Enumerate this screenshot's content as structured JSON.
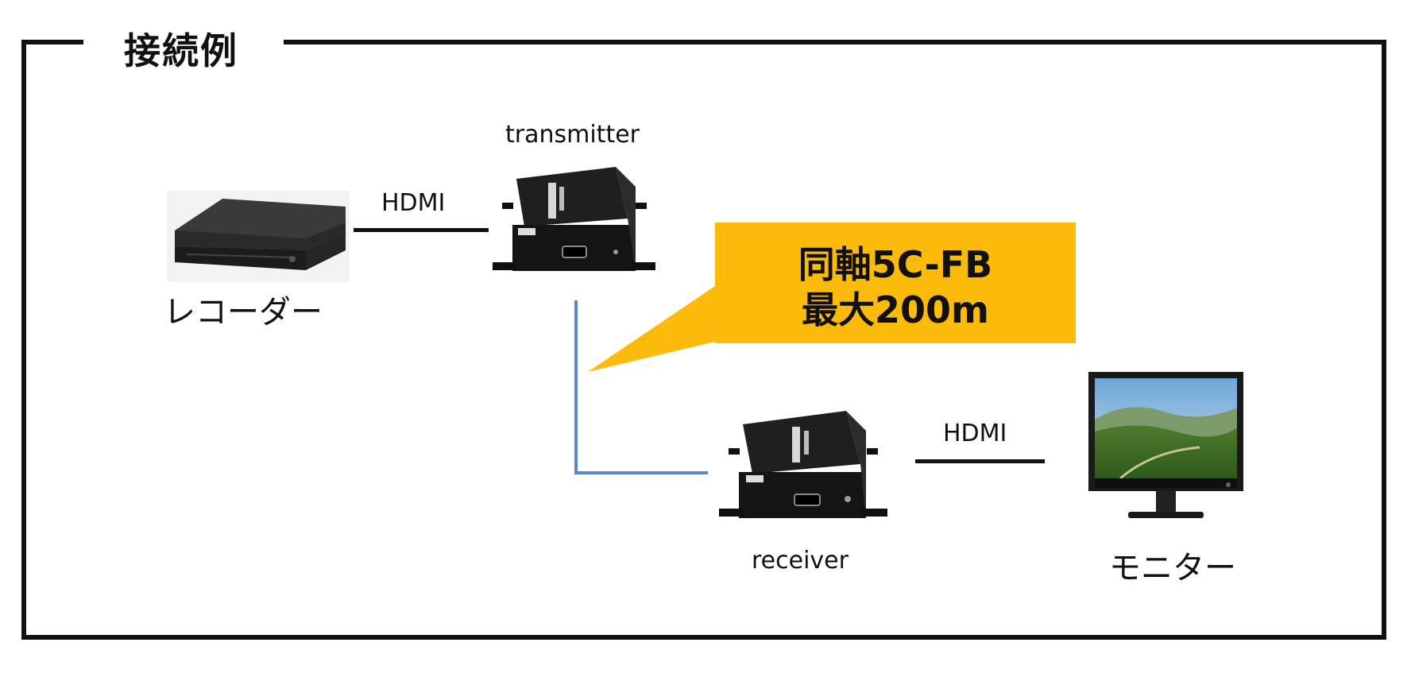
{
  "title": "接続例",
  "devices": {
    "recorder": {
      "label": "レコーダー",
      "icon": "recorder-icon"
    },
    "transmitter": {
      "label": "transmitter",
      "icon": "extender-transmitter-icon"
    },
    "receiver": {
      "label": "receiver",
      "icon": "extender-receiver-icon"
    },
    "monitor": {
      "label": "モニター",
      "icon": "monitor-icon"
    }
  },
  "connections": {
    "recorder_to_transmitter": "HDMI",
    "receiver_to_monitor": "HDMI"
  },
  "callout": {
    "line1": "同軸5C-FB",
    "line2": "最大200m"
  },
  "colors": {
    "callout_fill": "#fcbb0a",
    "coax_line": "#5b87c4",
    "frame": "#111111"
  }
}
